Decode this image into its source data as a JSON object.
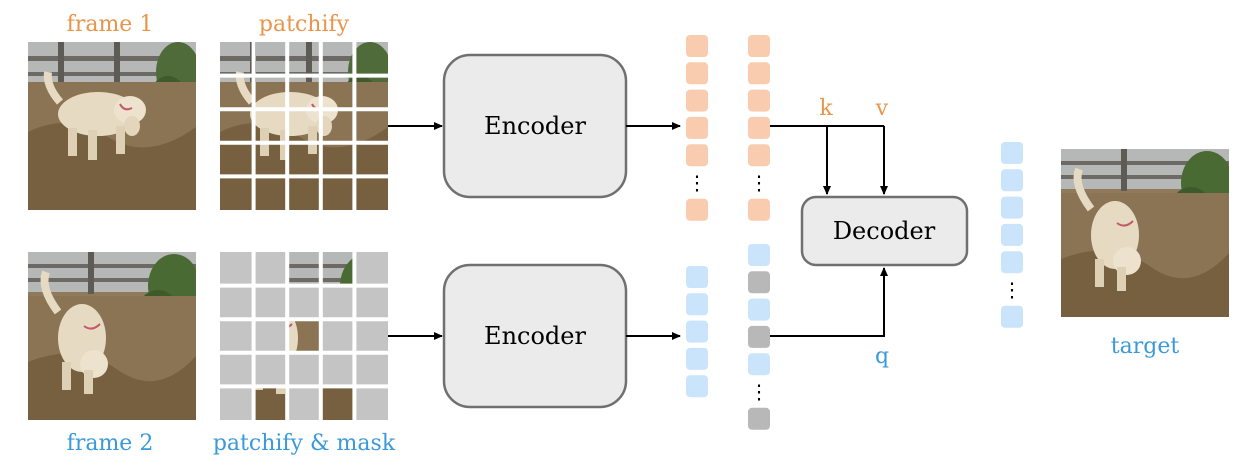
{
  "labels": {
    "frame1": "frame 1",
    "patchify": "patchify",
    "frame2": "frame 2",
    "patchify_mask": "patchify & mask",
    "encoder_top": "Encoder",
    "encoder_bottom": "Encoder",
    "decoder": "Decoder",
    "key": "k",
    "value": "v",
    "query": "q",
    "target": "target",
    "ellipsis": "⋮"
  },
  "colors": {
    "orange_text": "#e8944a",
    "blue_text": "#3a9ad9",
    "token_orange": "#f9ccb0",
    "token_blue": "#c9e4fb",
    "token_gray": "#b8b8b8",
    "box_fill": "#ebebeb",
    "box_stroke": "#707070",
    "mask_gray": "#c4c4c4"
  },
  "token_columns": {
    "top_left": [
      "orange",
      "orange",
      "orange",
      "orange",
      "orange",
      "ellipsis",
      "orange"
    ],
    "top_right": [
      "orange",
      "orange",
      "orange",
      "orange",
      "orange",
      "ellipsis",
      "orange"
    ],
    "bottom_left": [
      "blue",
      "blue",
      "blue",
      "blue",
      "blue"
    ],
    "bottom_right": [
      "blue",
      "gray",
      "blue",
      "gray",
      "blue",
      "ellipsis",
      "gray"
    ],
    "output": [
      "blue",
      "blue",
      "blue",
      "blue",
      "blue",
      "ellipsis",
      "blue"
    ]
  },
  "mask_grid_visible": [
    [
      false,
      false,
      true,
      true,
      false
    ],
    [
      false,
      false,
      false,
      false,
      false
    ],
    [
      false,
      false,
      true,
      false,
      false
    ],
    [
      false,
      false,
      false,
      false,
      false
    ],
    [
      false,
      true,
      false,
      true,
      false
    ]
  ]
}
